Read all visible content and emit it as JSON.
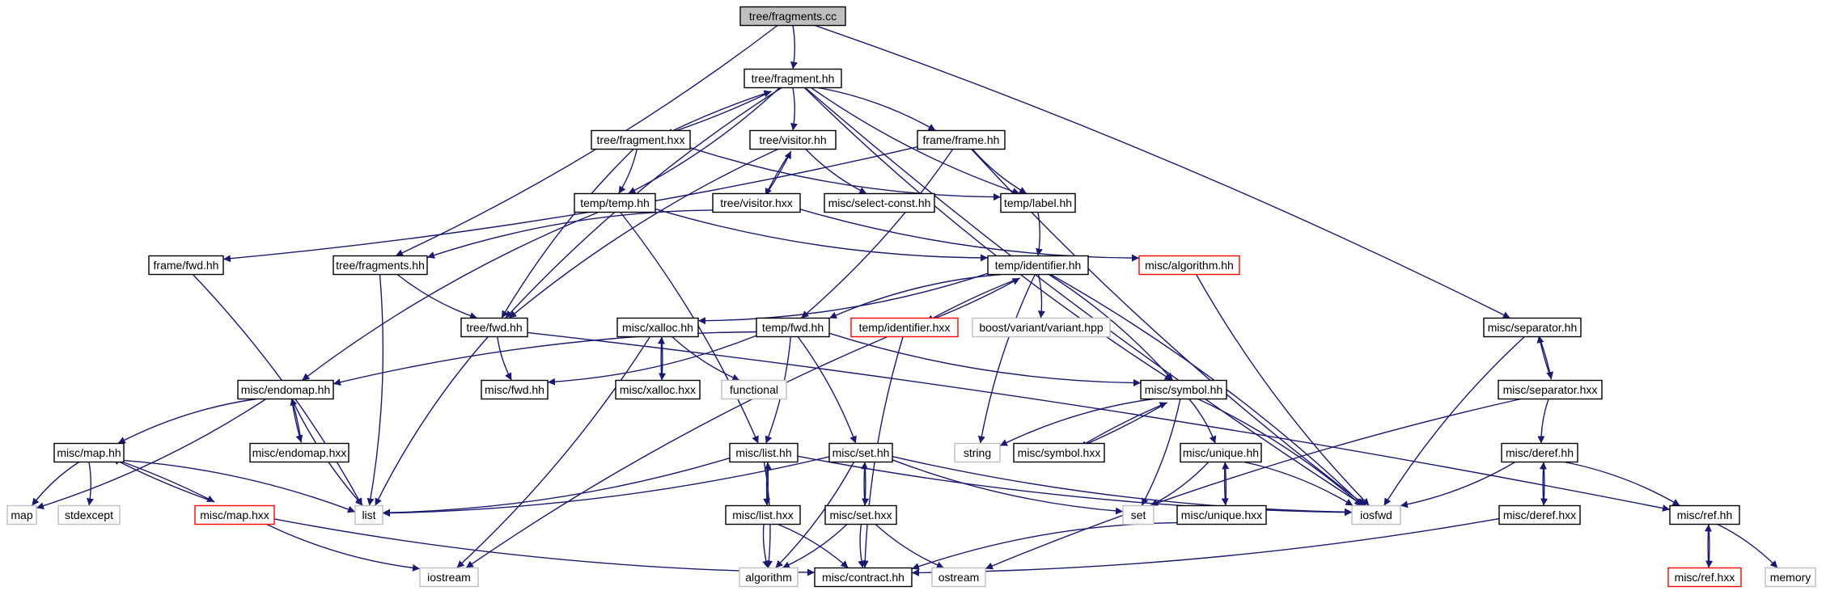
{
  "graph": {
    "colors": {
      "edge": "#191970",
      "root_fill": "#bfbfbf",
      "normal_border": "#000000",
      "external_border": "#bfbfbf",
      "red_border": "#ff0000"
    },
    "nodes": [
      {
        "id": "n_fragments_cc",
        "label": "tree/fragments.cc",
        "kind": "root"
      },
      {
        "id": "n_fragment_hh",
        "label": "tree/fragment.hh",
        "kind": "normal"
      },
      {
        "id": "n_fragment_hxx",
        "label": "tree/fragment.hxx",
        "kind": "normal"
      },
      {
        "id": "n_visitor_hh",
        "label": "tree/visitor.hh",
        "kind": "normal"
      },
      {
        "id": "n_frame_hh",
        "label": "frame/frame.hh",
        "kind": "normal"
      },
      {
        "id": "n_temp_hh",
        "label": "temp/temp.hh",
        "kind": "normal"
      },
      {
        "id": "n_visitor_hxx",
        "label": "tree/visitor.hxx",
        "kind": "normal"
      },
      {
        "id": "n_select_const",
        "label": "misc/select-const.hh",
        "kind": "normal"
      },
      {
        "id": "n_label_hh",
        "label": "temp/label.hh",
        "kind": "normal"
      },
      {
        "id": "n_frame_fwd",
        "label": "frame/fwd.hh",
        "kind": "normal"
      },
      {
        "id": "n_tree_fragments_hh",
        "label": "tree/fragments.hh",
        "kind": "normal"
      },
      {
        "id": "n_identifier_hh",
        "label": "temp/identifier.hh",
        "kind": "normal"
      },
      {
        "id": "n_algorithm_hh",
        "label": "misc/algorithm.hh",
        "kind": "red"
      },
      {
        "id": "n_tree_fwd",
        "label": "tree/fwd.hh",
        "kind": "normal"
      },
      {
        "id": "n_xalloc_hh",
        "label": "misc/xalloc.hh",
        "kind": "normal"
      },
      {
        "id": "n_temp_fwd",
        "label": "temp/fwd.hh",
        "kind": "normal"
      },
      {
        "id": "n_identifier_hxx",
        "label": "temp/identifier.hxx",
        "kind": "red"
      },
      {
        "id": "n_boost_variant",
        "label": "boost/variant/variant.hpp",
        "kind": "external"
      },
      {
        "id": "n_separator_hh",
        "label": "misc/separator.hh",
        "kind": "normal"
      },
      {
        "id": "n_endomap_hh",
        "label": "misc/endomap.hh",
        "kind": "normal"
      },
      {
        "id": "n_misc_fwd",
        "label": "misc/fwd.hh",
        "kind": "normal"
      },
      {
        "id": "n_xalloc_hxx",
        "label": "misc/xalloc.hxx",
        "kind": "normal"
      },
      {
        "id": "n_functional",
        "label": "functional",
        "kind": "external"
      },
      {
        "id": "n_symbol_hh",
        "label": "misc/symbol.hh",
        "kind": "normal"
      },
      {
        "id": "n_separator_hxx",
        "label": "misc/separator.hxx",
        "kind": "normal"
      },
      {
        "id": "n_map_hh",
        "label": "misc/map.hh",
        "kind": "normal"
      },
      {
        "id": "n_endomap_hxx",
        "label": "misc/endomap.hxx",
        "kind": "normal"
      },
      {
        "id": "n_list_hh",
        "label": "misc/list.hh",
        "kind": "normal"
      },
      {
        "id": "n_set_hh",
        "label": "misc/set.hh",
        "kind": "normal"
      },
      {
        "id": "n_string",
        "label": "string",
        "kind": "external"
      },
      {
        "id": "n_symbol_hxx",
        "label": "misc/symbol.hxx",
        "kind": "normal"
      },
      {
        "id": "n_unique_hh",
        "label": "misc/unique.hh",
        "kind": "normal"
      },
      {
        "id": "n_deref_hh",
        "label": "misc/deref.hh",
        "kind": "normal"
      },
      {
        "id": "n_map",
        "label": "map",
        "kind": "external"
      },
      {
        "id": "n_stdexcept",
        "label": "stdexcept",
        "kind": "external"
      },
      {
        "id": "n_map_hxx",
        "label": "misc/map.hxx",
        "kind": "red"
      },
      {
        "id": "n_list",
        "label": "list",
        "kind": "external"
      },
      {
        "id": "n_list_hxx",
        "label": "misc/list.hxx",
        "kind": "normal"
      },
      {
        "id": "n_set_hxx",
        "label": "misc/set.hxx",
        "kind": "normal"
      },
      {
        "id": "n_set",
        "label": "set",
        "kind": "external"
      },
      {
        "id": "n_unique_hxx",
        "label": "misc/unique.hxx",
        "kind": "normal"
      },
      {
        "id": "n_iosfwd",
        "label": "iosfwd",
        "kind": "external"
      },
      {
        "id": "n_deref_hxx",
        "label": "misc/deref.hxx",
        "kind": "normal"
      },
      {
        "id": "n_ref_hh",
        "label": "misc/ref.hh",
        "kind": "normal"
      },
      {
        "id": "n_iostream",
        "label": "iostream",
        "kind": "external"
      },
      {
        "id": "n_algorithm",
        "label": "algorithm",
        "kind": "external"
      },
      {
        "id": "n_contract_hh",
        "label": "misc/contract.hh",
        "kind": "normal"
      },
      {
        "id": "n_ostream",
        "label": "ostream",
        "kind": "external"
      },
      {
        "id": "n_ref_hxx",
        "label": "misc/ref.hxx",
        "kind": "red"
      },
      {
        "id": "n_memory",
        "label": "memory",
        "kind": "external"
      }
    ],
    "edges": [
      [
        "n_fragments_cc",
        "n_fragment_hh"
      ],
      [
        "n_fragments_cc",
        "n_tree_fragments_hh"
      ],
      [
        "n_fragments_cc",
        "n_separator_hh"
      ],
      [
        "n_fragment_hh",
        "n_fragment_hxx"
      ],
      [
        "n_fragment_hh",
        "n_visitor_hh"
      ],
      [
        "n_fragment_hh",
        "n_frame_hh"
      ],
      [
        "n_fragment_hh",
        "n_temp_hh"
      ],
      [
        "n_fragment_hh",
        "n_label_hh"
      ],
      [
        "n_fragment_hh",
        "n_tree_fwd"
      ],
      [
        "n_fragment_hh",
        "n_symbol_hh"
      ],
      [
        "n_fragment_hh",
        "n_iosfwd"
      ],
      [
        "n_fragment_hxx",
        "n_fragment_hh"
      ],
      [
        "n_fragment_hxx",
        "n_temp_hh"
      ],
      [
        "n_fragment_hxx",
        "n_label_hh"
      ],
      [
        "n_fragment_hxx",
        "n_tree_fwd"
      ],
      [
        "n_visitor_hh",
        "n_visitor_hxx"
      ],
      [
        "n_visitor_hh",
        "n_select_const"
      ],
      [
        "n_visitor_hh",
        "n_tree_fwd"
      ],
      [
        "n_visitor_hxx",
        "n_visitor_hh"
      ],
      [
        "n_visitor_hxx",
        "n_algorithm_hh"
      ],
      [
        "n_visitor_hxx",
        "n_tree_fragments_hh"
      ],
      [
        "n_frame_hh",
        "n_label_hh"
      ],
      [
        "n_frame_hh",
        "n_frame_fwd"
      ],
      [
        "n_frame_hh",
        "n_temp_fwd"
      ],
      [
        "n_frame_hh",
        "n_iosfwd"
      ],
      [
        "n_temp_hh",
        "n_identifier_hh"
      ],
      [
        "n_temp_hh",
        "n_endomap_hh"
      ],
      [
        "n_temp_hh",
        "n_list_hh"
      ],
      [
        "n_label_hh",
        "n_identifier_hh"
      ],
      [
        "n_frame_fwd",
        "n_list"
      ],
      [
        "n_tree_fragments_hh",
        "n_tree_fwd"
      ],
      [
        "n_tree_fragments_hh",
        "n_list"
      ],
      [
        "n_identifier_hh",
        "n_identifier_hxx"
      ],
      [
        "n_identifier_hh",
        "n_boost_variant"
      ],
      [
        "n_identifier_hh",
        "n_temp_fwd"
      ],
      [
        "n_identifier_hh",
        "n_xalloc_hh"
      ],
      [
        "n_identifier_hh",
        "n_symbol_hh"
      ],
      [
        "n_identifier_hh",
        "n_string"
      ],
      [
        "n_identifier_hh",
        "n_iosfwd"
      ],
      [
        "n_identifier_hxx",
        "n_identifier_hh"
      ],
      [
        "n_identifier_hxx",
        "n_contract_hh"
      ],
      [
        "n_identifier_hxx",
        "n_iostream"
      ],
      [
        "n_algorithm_hh",
        "n_iosfwd"
      ],
      [
        "n_tree_fwd",
        "n_misc_fwd"
      ],
      [
        "n_tree_fwd",
        "n_list"
      ],
      [
        "n_tree_fwd",
        "n_ref_hh"
      ],
      [
        "n_xalloc_hh",
        "n_xalloc_hxx"
      ],
      [
        "n_xalloc_hh",
        "n_functional"
      ],
      [
        "n_xalloc_hh",
        "n_iostream"
      ],
      [
        "n_xalloc_hxx",
        "n_xalloc_hh"
      ],
      [
        "n_temp_fwd",
        "n_misc_fwd"
      ],
      [
        "n_temp_fwd",
        "n_endomap_hh"
      ],
      [
        "n_temp_fwd",
        "n_symbol_hh"
      ],
      [
        "n_temp_fwd",
        "n_list_hh"
      ],
      [
        "n_temp_fwd",
        "n_set_hh"
      ],
      [
        "n_separator_hh",
        "n_separator_hxx"
      ],
      [
        "n_separator_hh",
        "n_iosfwd"
      ],
      [
        "n_separator_hxx",
        "n_separator_hh"
      ],
      [
        "n_separator_hxx",
        "n_deref_hh"
      ],
      [
        "n_separator_hxx",
        "n_ostream"
      ],
      [
        "n_endomap_hh",
        "n_endomap_hxx"
      ],
      [
        "n_endomap_hh",
        "n_map_hh"
      ],
      [
        "n_endomap_hh",
        "n_list"
      ],
      [
        "n_endomap_hh",
        "n_map"
      ],
      [
        "n_endomap_hxx",
        "n_endomap_hh"
      ],
      [
        "n_symbol_hh",
        "n_symbol_hxx"
      ],
      [
        "n_symbol_hh",
        "n_unique_hh"
      ],
      [
        "n_symbol_hh",
        "n_set"
      ],
      [
        "n_symbol_hh",
        "n_iosfwd"
      ],
      [
        "n_symbol_hh",
        "n_string"
      ],
      [
        "n_symbol_hxx",
        "n_symbol_hh"
      ],
      [
        "n_map_hh",
        "n_map_hxx"
      ],
      [
        "n_map_hh",
        "n_map"
      ],
      [
        "n_map_hh",
        "n_stdexcept"
      ],
      [
        "n_map_hh",
        "n_list"
      ],
      [
        "n_map_hxx",
        "n_map_hh"
      ],
      [
        "n_map_hxx",
        "n_contract_hh"
      ],
      [
        "n_map_hxx",
        "n_iostream"
      ],
      [
        "n_list_hh",
        "n_list_hxx"
      ],
      [
        "n_list_hh",
        "n_list"
      ],
      [
        "n_list_hh",
        "n_iosfwd"
      ],
      [
        "n_list_hh",
        "n_algorithm"
      ],
      [
        "n_list_hxx",
        "n_list_hh"
      ],
      [
        "n_list_hxx",
        "n_algorithm"
      ],
      [
        "n_list_hxx",
        "n_contract_hh"
      ],
      [
        "n_set_hh",
        "n_set_hxx"
      ],
      [
        "n_set_hh",
        "n_set"
      ],
      [
        "n_set_hh",
        "n_iosfwd"
      ],
      [
        "n_set_hh",
        "n_list"
      ],
      [
        "n_set_hh",
        "n_algorithm"
      ],
      [
        "n_set_hxx",
        "n_set_hh"
      ],
      [
        "n_set_hxx",
        "n_algorithm"
      ],
      [
        "n_set_hxx",
        "n_contract_hh"
      ],
      [
        "n_set_hxx",
        "n_ostream"
      ],
      [
        "n_unique_hh",
        "n_unique_hxx"
      ],
      [
        "n_unique_hh",
        "n_set"
      ],
      [
        "n_unique_hh",
        "n_iosfwd"
      ],
      [
        "n_unique_hxx",
        "n_unique_hh"
      ],
      [
        "n_unique_hxx",
        "n_contract_hh"
      ],
      [
        "n_deref_hh",
        "n_deref_hxx"
      ],
      [
        "n_deref_hh",
        "n_ref_hh"
      ],
      [
        "n_deref_hh",
        "n_iosfwd"
      ],
      [
        "n_deref_hxx",
        "n_deref_hh"
      ],
      [
        "n_deref_hxx",
        "n_contract_hh"
      ],
      [
        "n_ref_hh",
        "n_ref_hxx"
      ],
      [
        "n_ref_hh",
        "n_memory"
      ],
      [
        "n_ref_hxx",
        "n_ref_hh"
      ]
    ]
  }
}
